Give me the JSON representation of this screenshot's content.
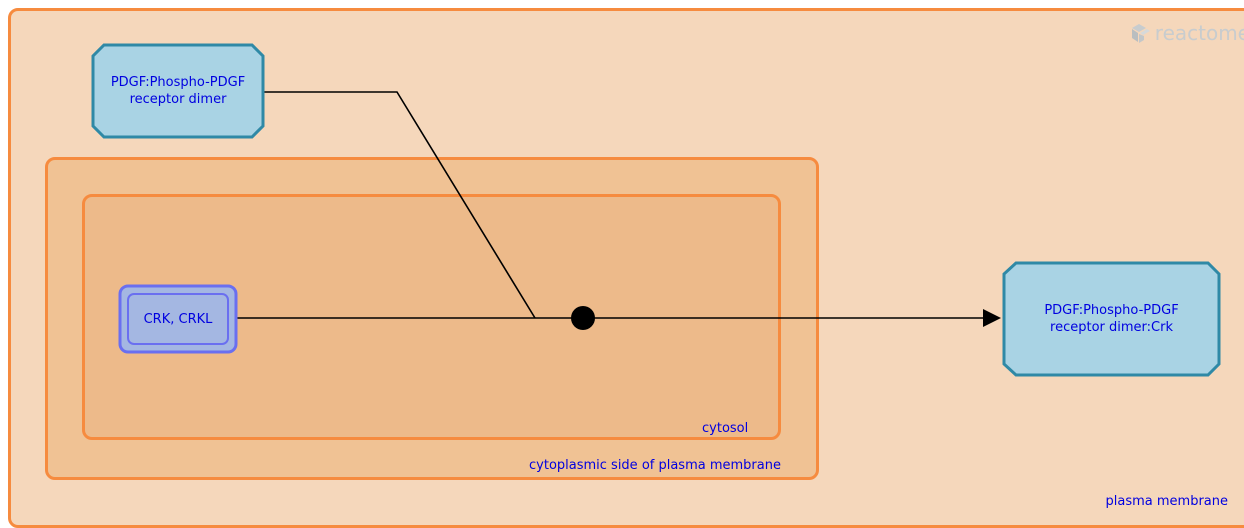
{
  "compartments": {
    "plasma_membrane": "plasma membrane",
    "cytoplasmic_side": "cytoplasmic side of plasma membrane",
    "cytosol": "cytosol"
  },
  "nodes": {
    "input_complex": "PDGF:Phospho-PDGF receptor dimer",
    "input_set": "CRK, CRKL",
    "output_complex": "PDGF:Phospho-PDGF receptor dimer:Crk"
  },
  "branding": {
    "logo_text": "reactome",
    "logo_icon": "reactome-logo-icon"
  },
  "colors": {
    "compartment_border": "#f68b3f",
    "plasma_membrane_fill": "#f5d7bb",
    "cytoplasmic_side_fill": "#f0c294",
    "cytosol_fill": "#edba8a",
    "complex_fill": "#a9d3e4",
    "complex_border": "#2f89a6",
    "set_fill": "#a4b7e2",
    "set_border": "#6a6ff0",
    "label_text": "#0000e0"
  }
}
